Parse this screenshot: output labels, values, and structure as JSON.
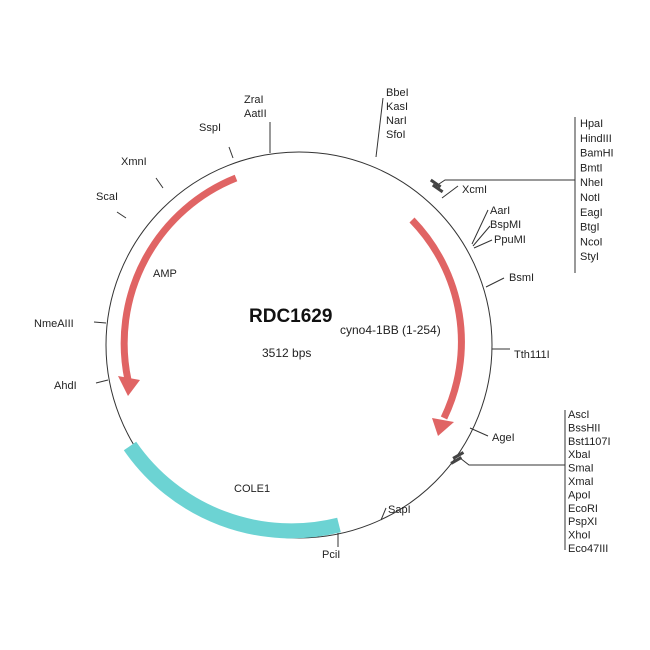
{
  "plasmid": {
    "name": "RDC1629",
    "insert": "cyno4-1BB (1-254)",
    "size": "3512 bps"
  },
  "features": {
    "amp": "AMP",
    "cole1": "COLE1"
  },
  "colors": {
    "amp": "#e06464",
    "insert": "#e06464",
    "cole1": "#6cd3d3",
    "backbone": "#333333"
  },
  "sites": {
    "zral": "ZraI",
    "aatii": "AatII",
    "sspi": "SspI",
    "xmni": "XmnI",
    "scai": "ScaI",
    "nmeaiii": "NmeAIII",
    "ahdi": "AhdI",
    "xcmi": "XcmI",
    "aari": "AarI",
    "bspmi": "BspMI",
    "ppumi": "PpuMI",
    "bsmi": "BsmI",
    "tth111i": "Tth111I",
    "agei": "AgeI",
    "sapi": "SapI",
    "pcii": "PciI"
  },
  "top_group": [
    "BbeI",
    "KasI",
    "NarI",
    "SfoI"
  ],
  "mcs1": [
    "HpaI",
    "HindIII",
    "BamHI",
    "BmtI",
    "NheI",
    "NotI",
    "EagI",
    "BtgI",
    "NcoI",
    "StyI"
  ],
  "mcs2": [
    "AscI",
    "BssHII",
    "Bst1107I",
    "XbaI",
    "SmaI",
    "XmaI",
    "ApoI",
    "EcoRI",
    "PspXI",
    "XhoI",
    "Eco47III"
  ]
}
